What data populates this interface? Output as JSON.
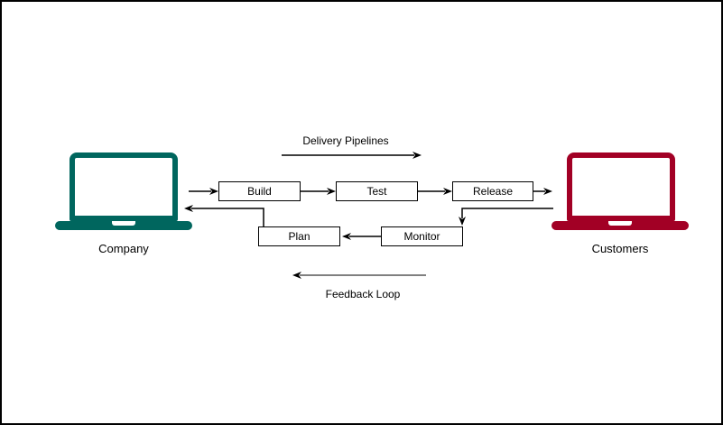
{
  "diagram": {
    "flow_top_label": "Delivery Pipelines",
    "flow_bottom_label": "Feedback Loop",
    "actors": {
      "company": "Company",
      "customers": "Customers"
    },
    "stages": {
      "build": "Build",
      "test": "Test",
      "release": "Release",
      "plan": "Plan",
      "monitor": "Monitor"
    },
    "edges": [
      {
        "from": "Company",
        "to": "Build"
      },
      {
        "from": "Build",
        "to": "Test"
      },
      {
        "from": "Test",
        "to": "Release"
      },
      {
        "from": "Release",
        "to": "Customers"
      },
      {
        "from": "Customers",
        "to": "Monitor"
      },
      {
        "from": "Monitor",
        "to": "Plan"
      },
      {
        "from": "Plan",
        "to": "Company"
      }
    ]
  },
  "colors": {
    "company-laptop": "#00665E",
    "customers-laptop": "#A20025",
    "connector": "#000000",
    "feedback-line": "#808080",
    "box-border": "#000000",
    "text": "#000000",
    "canvas-bg": "#FFFFFF",
    "canvas-border": "#000000"
  }
}
